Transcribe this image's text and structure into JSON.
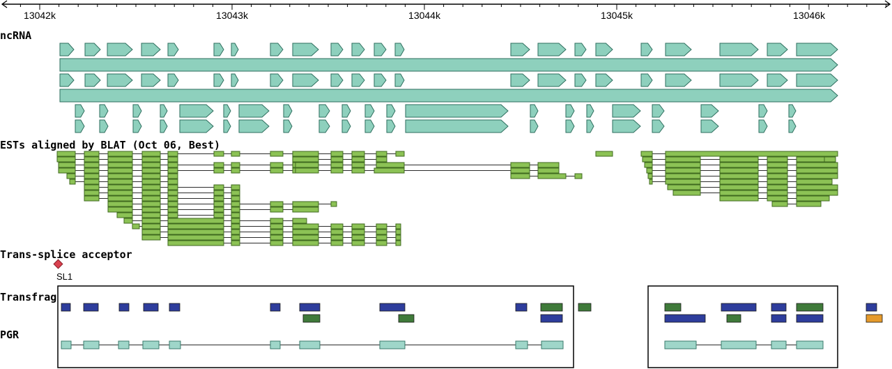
{
  "ruler": {
    "ticks": [
      {
        "pos": 13042000,
        "label": "13042k"
      },
      {
        "pos": 13043000,
        "label": "13043k"
      },
      {
        "pos": 13044000,
        "label": "13044k"
      },
      {
        "pos": 13045000,
        "label": "13045k"
      },
      {
        "pos": 13046000,
        "label": "13046k"
      }
    ]
  },
  "tracks": {
    "ncrna": "ncRNA",
    "ests": "ESTs aligned by BLAT (Oct 06, Best)",
    "transsplice": "Trans-splice acceptor",
    "transfrag": "Transfrag",
    "pgr": "PGR"
  },
  "transsplice_feature": {
    "label": "SL1",
    "color": "#d9414f"
  },
  "colors": {
    "ncrna_fill": "#8ed0bd",
    "ncrna_stroke": "#2e6e5e",
    "est_fill": "#8cc255",
    "est_stroke": "#3f6a1f",
    "transfrag_blue": "#2e3d9c",
    "transfrag_green": "#3f7a3a",
    "transfrag_orange": "#e59a2b",
    "pgr_fill": "#9fd6c9",
    "pgr_stroke": "#3a7a6b"
  }
}
